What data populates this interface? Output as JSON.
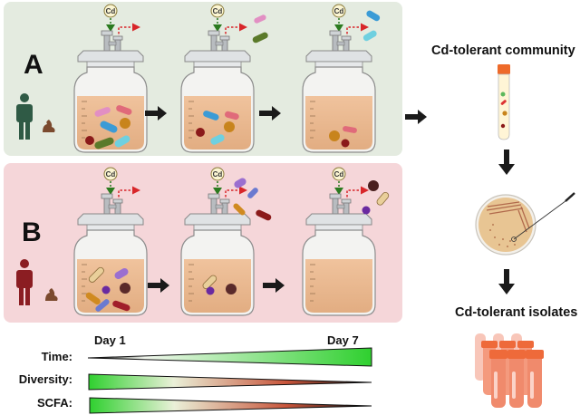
{
  "panels": {
    "a": {
      "label": "A",
      "donor": "healthy-person",
      "donor_color": "#2f5a45",
      "background": "#e4ebe0"
    },
    "b": {
      "label": "B",
      "donor": "diseased-person",
      "donor_color": "#8b1d22",
      "background": "#f5d6d9"
    }
  },
  "reactor": {
    "input_label": "Cd"
  },
  "right_column": {
    "community_title": "Cd-tolerant community",
    "isolates_title": "Cd-tolerant isolates"
  },
  "gradients": {
    "start_label": "Day 1",
    "end_label": "Day 7",
    "rows": [
      {
        "label": "Time:",
        "direction": "increasing"
      },
      {
        "label": "Diversity:",
        "direction": "decreasing"
      },
      {
        "label": "SCFA:",
        "direction": "decreasing"
      }
    ]
  },
  "colors": {
    "arrow_in": "#2b7a1f",
    "arrow_out": "#d8262a",
    "medium": "#e9b98f",
    "gradient_green": "#33cc33",
    "gradient_red": "#c0392b"
  }
}
